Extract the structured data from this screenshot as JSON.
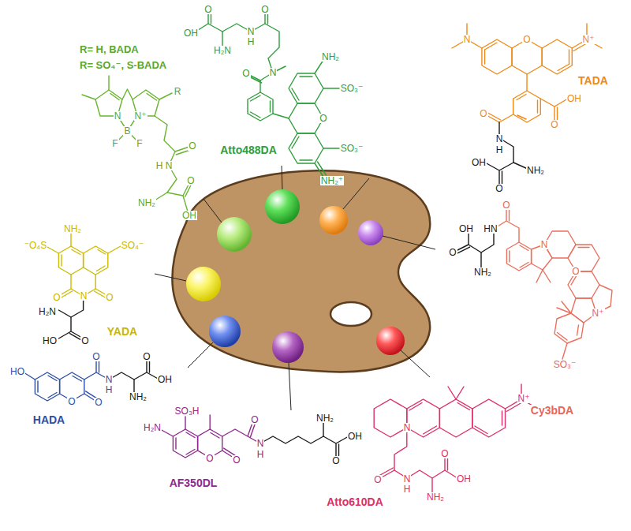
{
  "diagram": {
    "labels": [
      "R= H, BADA",
      "R= SO₄⁻, S-BADA",
      "N",
      "B",
      "F",
      "F",
      "N⁺",
      "R",
      "O",
      "N",
      "H",
      "NH₂",
      "O",
      "OH",
      "Atto488DA",
      "O",
      "OH",
      "H₂N",
      "N",
      "H",
      "O",
      "N",
      "O",
      "O",
      "NH₂",
      "SO₃⁻",
      "SO₃⁻",
      "NH₂⁺",
      "N",
      "O",
      "N⁺",
      "TADA",
      "O",
      "OH",
      "O",
      "N",
      "H",
      "NH₂",
      "O",
      "OH",
      "O",
      "HN",
      "OH",
      "O",
      "NH₂",
      "N",
      "O",
      "N⁺",
      "SO₃⁻",
      "Cy3bDA",
      "N",
      "N⁺",
      "O",
      "N",
      "H",
      "NH₂",
      "O",
      "OH",
      "Atto610DA",
      "SO₃H",
      "H₂N",
      "O",
      "O",
      "N",
      "H",
      "O",
      "NH₂",
      "O",
      "OH",
      "AF350DL",
      "HO",
      "O",
      "O",
      "O",
      "N",
      "H",
      "O",
      "NH₂",
      "OH",
      "HADA",
      "NH₂",
      "⁻O₄S",
      "SO₄⁻",
      "O",
      "N",
      "O",
      "H₂N",
      "O",
      "HO",
      "YADA"
    ]
  }
}
